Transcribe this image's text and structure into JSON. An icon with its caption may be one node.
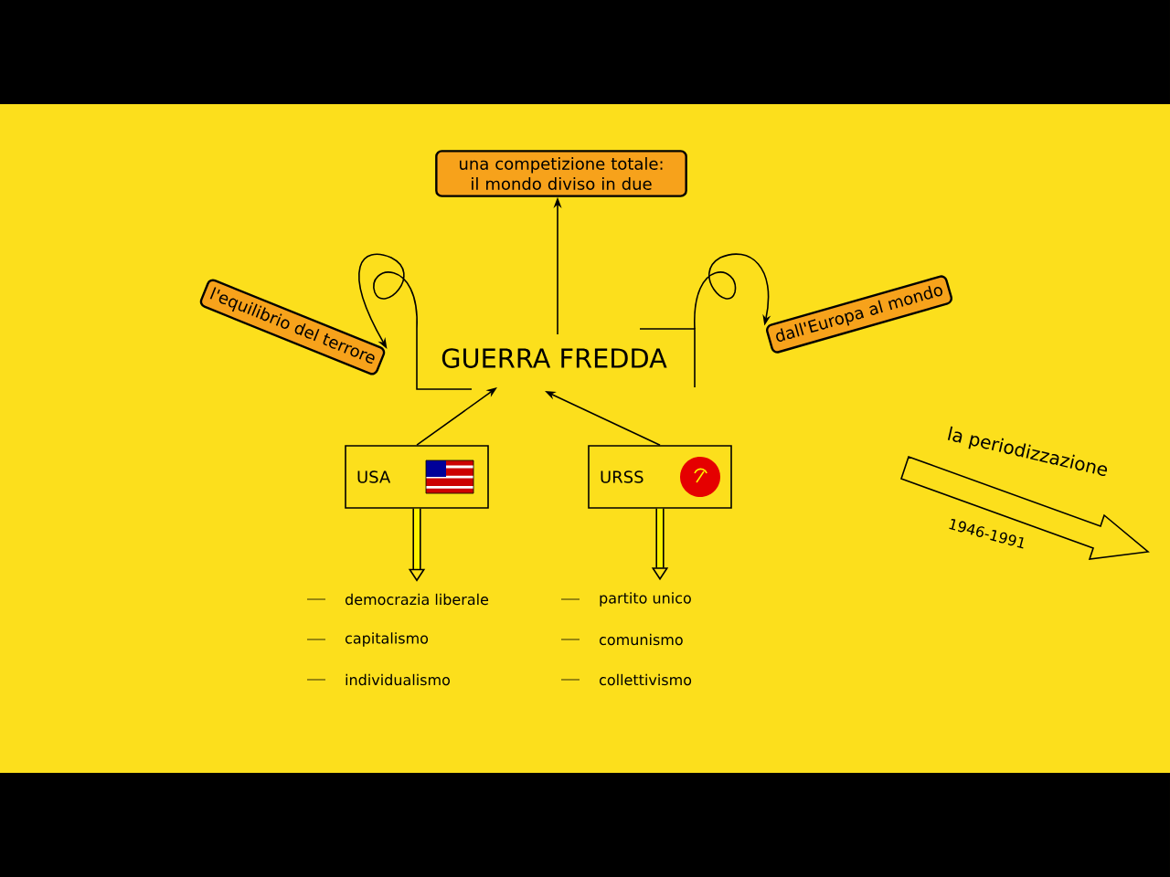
{
  "diagram": {
    "nodes": [
      {
        "text": [
          "GUERRA FREDDA"
        ]
      },
      {
        "text": [
          "una competizione totale: il mondo diviso in due"
        ]
      },
      {
        "text": [
          "l'equilibrio del terrore"
        ]
      },
      {
        "text": [
          "dall'Europa al mondo"
        ]
      },
      {
        "text": [
          "USA"
        ]
      },
      {
        "text": [
          "URSS"
        ]
      },
      {
        "text": [
          "democrazia liberale"
        ]
      },
      {
        "text": [
          "capitalismo"
        ]
      },
      {
        "text": [
          "individualismo"
        ]
      },
      {
        "text": [
          "partito unico"
        ]
      },
      {
        "text": [
          "comunismo"
        ]
      },
      {
        "text": [
          "collettivismo"
        ]
      }
    ],
    "edges": [
      {
        "from": 0,
        "to": 1,
        "arrow": "to"
      },
      {
        "from": 0,
        "to": 2,
        "arrow": "to"
      },
      {
        "from": 0,
        "to": 3,
        "arrow": "to"
      },
      {
        "from": 4,
        "to": 0,
        "arrow": "to"
      },
      {
        "from": 5,
        "to": 0,
        "arrow": "to"
      },
      {
        "from": 4,
        "to": 6,
        "arrow": "to",
        "style": "thick"
      },
      {
        "from": 5,
        "to": 9,
        "arrow": "to",
        "style": "thick"
      }
    ],
    "labels": [
      "la periodizzazione",
      "1946-1991"
    ]
  }
}
